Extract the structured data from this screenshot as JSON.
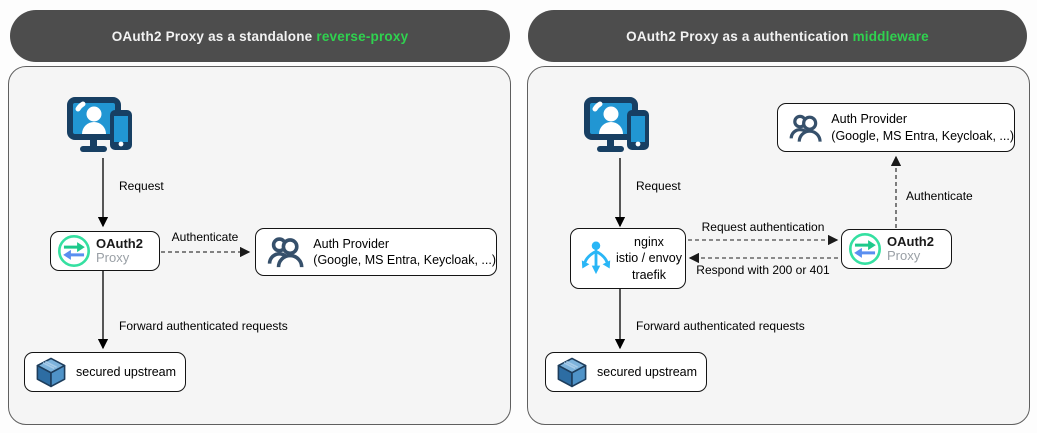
{
  "left": {
    "title": {
      "prefix": "OAuth2 Proxy as a standalone",
      "highlight": "reverse-proxy"
    },
    "nodes": {
      "oauth2_proxy": {
        "name": "OAuth2",
        "subname": "Proxy"
      },
      "auth_provider": {
        "line1": "Auth Provider",
        "line2": "(Google, MS Entra, Keycloak, ...)"
      },
      "secured_upstream": {
        "label": "secured upstream"
      }
    },
    "edges": {
      "request": "Request",
      "authenticate": "Authenticate",
      "forward": "Forward authenticated requests"
    }
  },
  "right": {
    "title": {
      "prefix": "OAuth2 Proxy as a authentication",
      "highlight": "middleware"
    },
    "nodes": {
      "ingress": {
        "line1": "nginx",
        "line2": "istio / envoy",
        "line3": "traefik"
      },
      "oauth2_proxy": {
        "name": "OAuth2",
        "subname": "Proxy"
      },
      "auth_provider": {
        "line1": "Auth Provider",
        "line2": "(Google, MS Entra, Keycloak, ...)"
      },
      "secured_upstream": {
        "label": "secured upstream"
      }
    },
    "edges": {
      "request": "Request",
      "request_auth": "Request authentication",
      "respond": "Respond with 200 or 401",
      "authenticate": "Authenticate",
      "forward": "Forward authenticated requests"
    }
  },
  "colors": {
    "title_bg": "#4d4d4d",
    "title_text": "#f2f2f2",
    "title_accent_green": "#2fd24f",
    "panel_bg": "#f5f5f5",
    "oauth2_logo_ring": "#35e0a1",
    "oauth2_logo_arrow_green": "#1ec98b",
    "oauth2_logo_arrow_blue": "#5a8ff0",
    "user_icon_navy": "#173f63",
    "user_icon_blue": "#2196d3",
    "auth_users_icon": "#36506b",
    "ingress_icon_cyan": "#29b6f6",
    "cube_top": "#7db3dc",
    "cube_left": "#2d6da3",
    "cube_right": "#4f93c8"
  }
}
